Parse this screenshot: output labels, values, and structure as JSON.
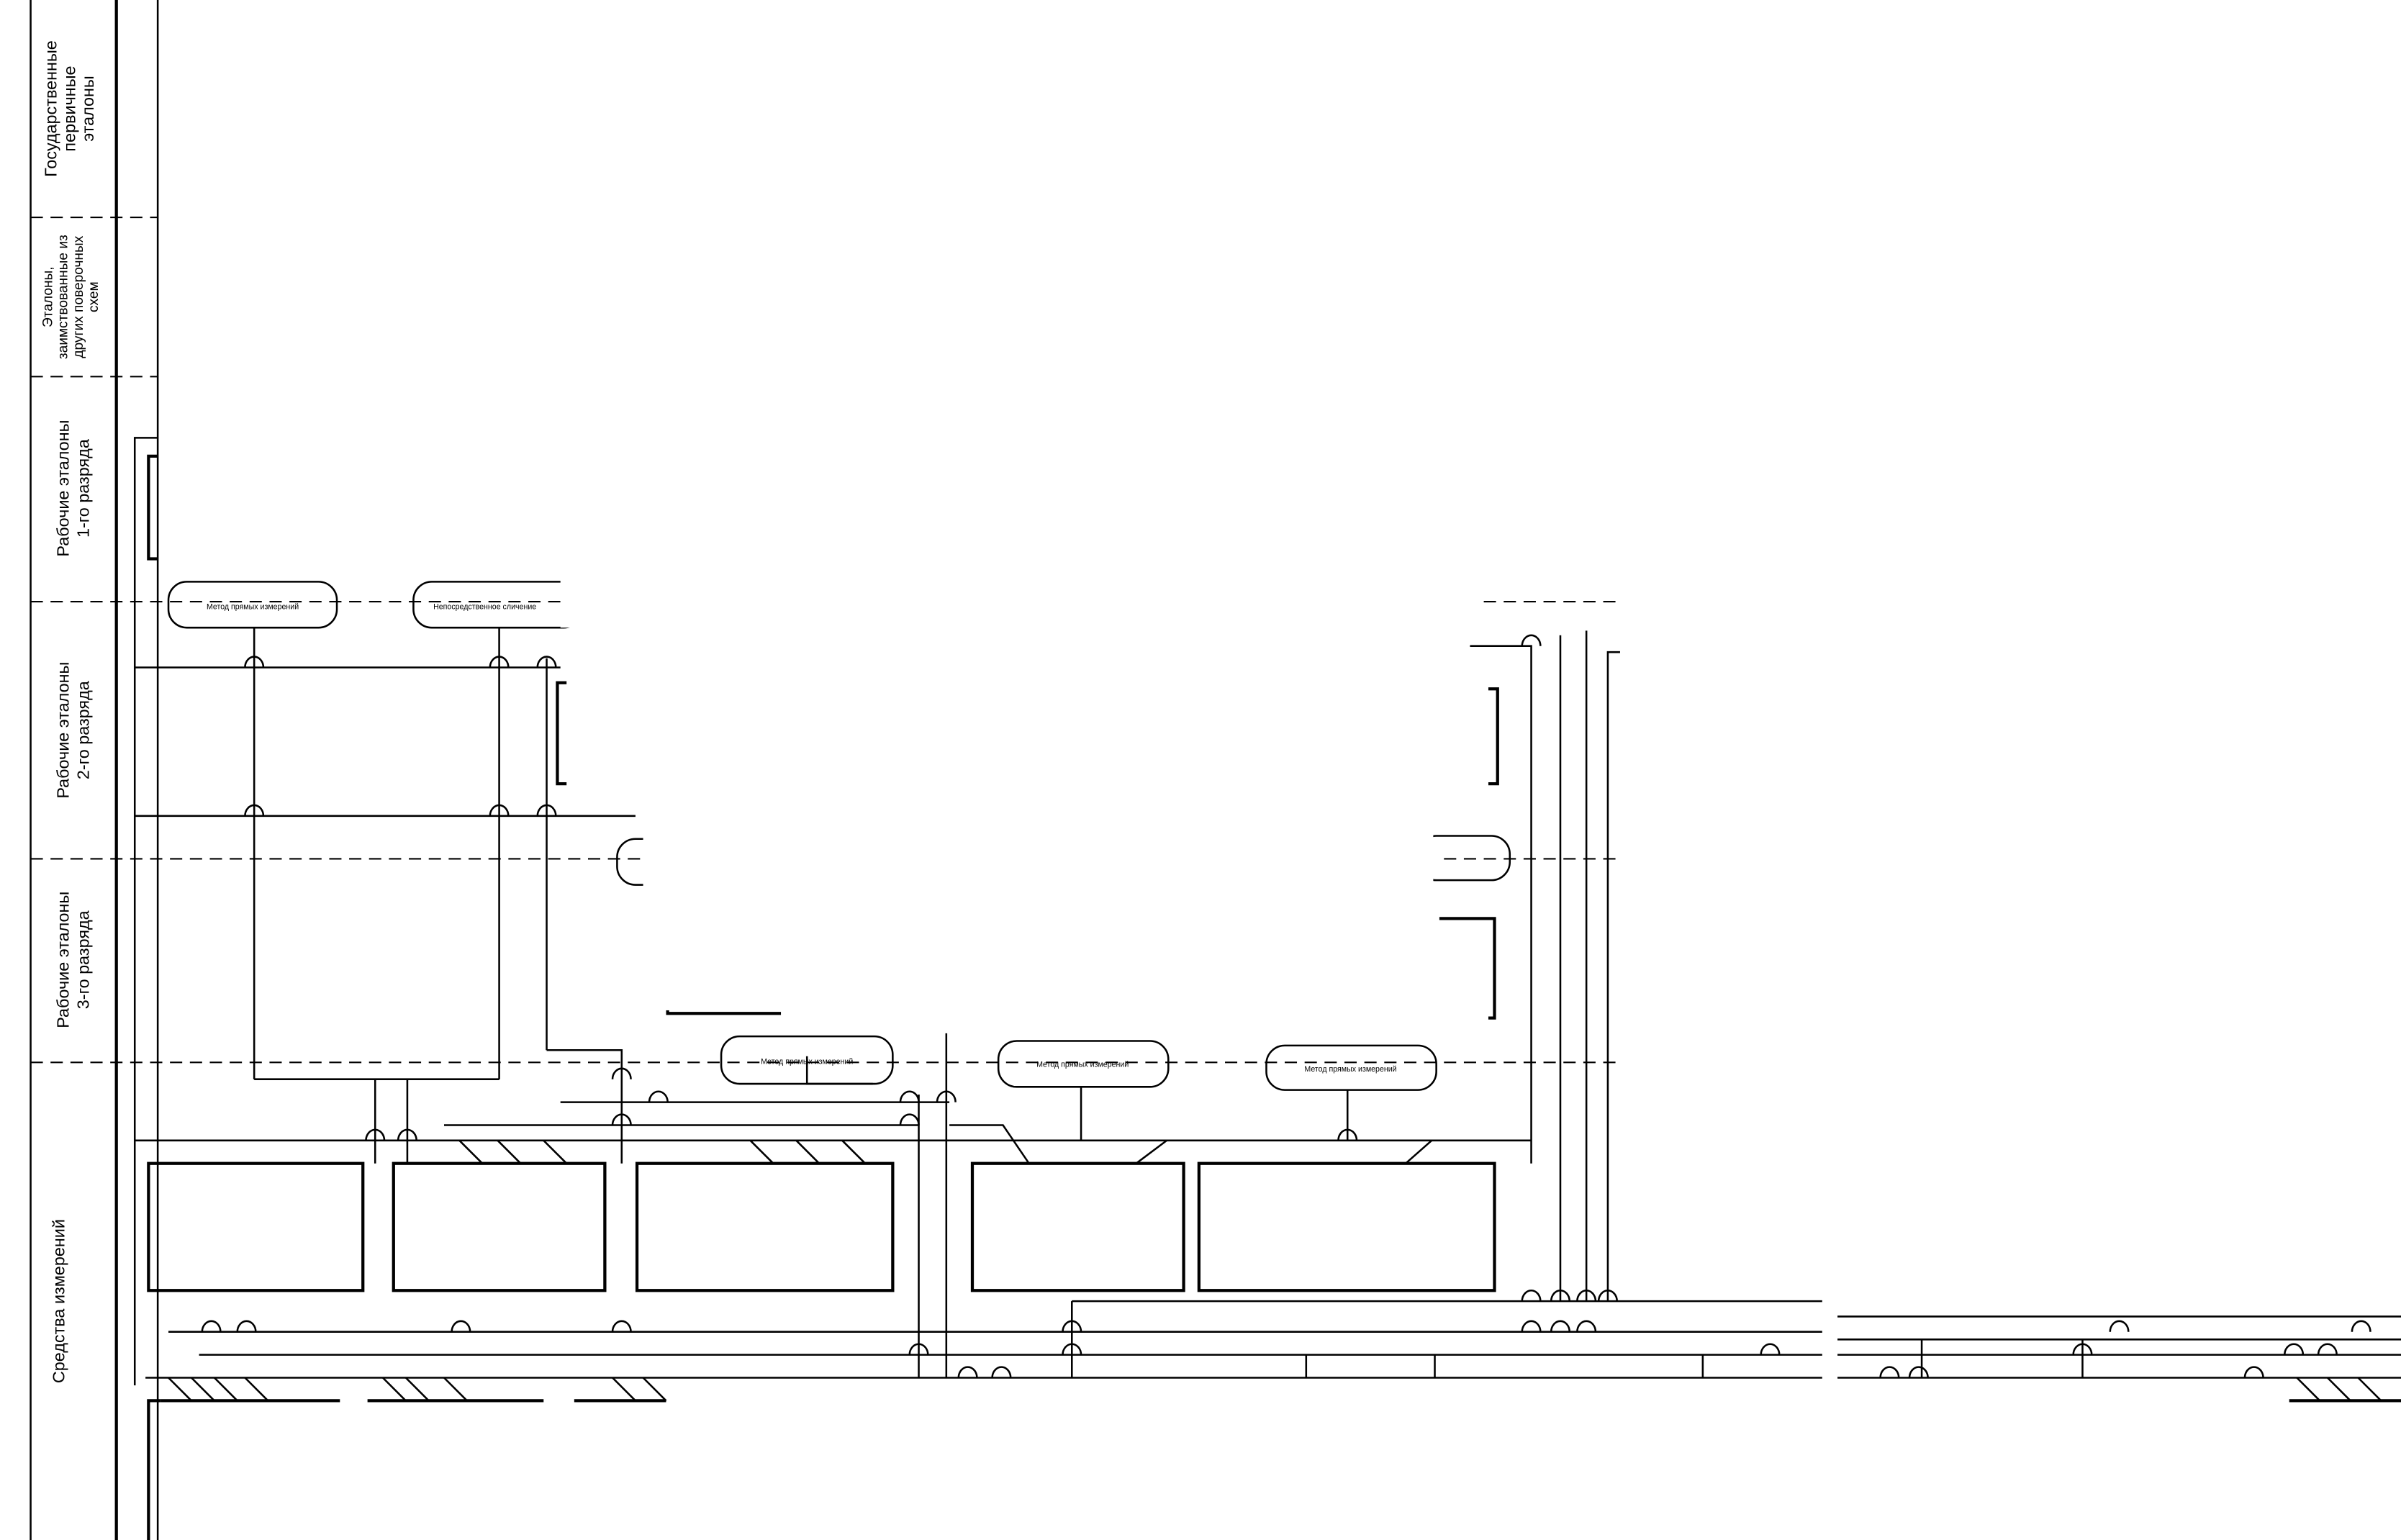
{
  "rows": [
    {
      "lines": [
        "Государственные",
        "первичные",
        "эталоны"
      ]
    },
    {
      "lines": [
        "Эталоны,",
        "заимствованные из",
        "других поверочных",
        "схем"
      ]
    },
    {
      "lines": [
        "Рабочие эталоны",
        "1-го разряда"
      ]
    },
    {
      "lines": [
        "Рабочие эталоны",
        "2-го  разряда"
      ]
    },
    {
      "lines": [
        "Рабочие эталоны",
        "3-го  разряда"
      ]
    },
    {
      "lines": [
        "Средства измерений"
      ]
    }
  ],
  "methods": {
    "direct": "Метод прямых измерений",
    "comparison": "Непосредственное сличение"
  }
}
